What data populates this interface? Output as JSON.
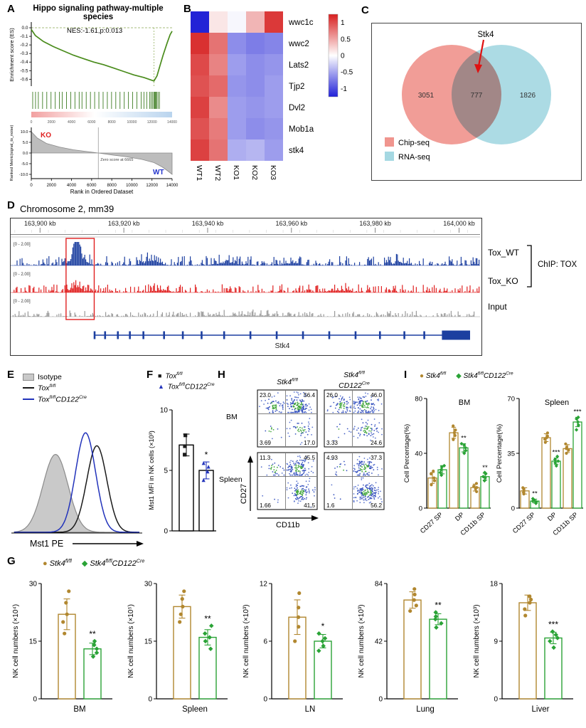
{
  "panels": {
    "a": "A",
    "b": "B",
    "c": "C",
    "d": "D",
    "e": "E",
    "f": "F",
    "g": "G",
    "h": "H",
    "i": "I"
  },
  "colors": {
    "wt_brown": "#b1872f",
    "ko_green": "#2aa336",
    "gsea_green": "#4a8c1c",
    "track_blue": "#1c3fa0",
    "track_red": "#e02020",
    "track_gray": "#9a9a9a",
    "venn_red": "#f0958e",
    "venn_blue": "#a5d8e2",
    "flow_blue": "#3b56c0",
    "flow_green": "#43a73c",
    "hist_blue": "#2233bb",
    "hist_black": "#1a1a1a",
    "isotype_gray": "#c9c9c9",
    "sig": "#000000"
  },
  "labels": {
    "isotype": [
      {
        "t": "Isotype"
      }
    ],
    "tox_fl": [
      {
        "t": "Tox",
        "i": 1
      },
      {
        "t": "fl/fl",
        "sup": 1,
        "i": 1
      }
    ],
    "tox_cre": [
      {
        "t": "Tox",
        "i": 1
      },
      {
        "t": "fl/fl",
        "sup": 1,
        "i": 1
      },
      {
        "t": "CD122",
        "i": 1
      },
      {
        "t": "Cre",
        "sup": 1,
        "i": 1
      }
    ],
    "stk4_fl": [
      {
        "t": "Stk4",
        "i": 1
      },
      {
        "t": "fl/fl",
        "sup": 1,
        "i": 1
      }
    ],
    "stk4_cre": [
      {
        "t": "Stk4",
        "i": 1
      },
      {
        "t": "fl/fl",
        "sup": 1,
        "i": 1
      },
      {
        "t": "CD122",
        "i": 1
      },
      {
        "t": "Cre",
        "sup": 1,
        "i": 1
      }
    ],
    "cd122cre": [
      {
        "t": "CD122",
        "i": 1
      },
      {
        "t": "Cre",
        "sup": 1,
        "i": 1
      }
    ]
  },
  "chart_data": [
    {
      "id": "gsea",
      "type": "line",
      "title": "Hippo signaling pathway-multiple species",
      "annotation": "NES:-1.61,p:0.013",
      "ylabel": "Enrichment score (ES)",
      "ylabel2": "Ranked Metric(signal_to_noise)",
      "xlabel": "Rank in Ordered Dataset",
      "ko": "KO",
      "wt": "WT",
      "zero_note": "Zero score at 6665",
      "x_max": 14000,
      "xticks": [
        0,
        2000,
        4000,
        6000,
        8000,
        10000,
        12000,
        14000
      ],
      "es_yticks": [
        "0.0",
        "-0.1",
        "-0.2",
        "-0.3",
        "-0.4",
        "-0.5",
        "-0.6"
      ],
      "rank_yticks": [
        "10.0",
        "5.0",
        "0.0",
        "-5.0",
        "-10.0"
      ],
      "es_curve": [
        [
          0,
          -0.02
        ],
        [
          400,
          -0.09
        ],
        [
          1200,
          -0.16
        ],
        [
          2200,
          -0.22
        ],
        [
          3200,
          -0.27
        ],
        [
          4200,
          -0.32
        ],
        [
          5200,
          -0.36
        ],
        [
          6200,
          -0.4
        ],
        [
          7200,
          -0.43
        ],
        [
          8200,
          -0.47
        ],
        [
          9200,
          -0.51
        ],
        [
          10200,
          -0.55
        ],
        [
          11200,
          -0.58
        ],
        [
          12200,
          -0.62
        ],
        [
          12500,
          -0.56
        ],
        [
          12800,
          -0.44
        ],
        [
          13100,
          -0.32
        ],
        [
          13500,
          -0.18
        ],
        [
          13800,
          -0.08
        ],
        [
          14000,
          -0.04
        ]
      ],
      "rank_curve": [
        [
          0,
          10
        ],
        [
          600,
          7
        ],
        [
          1500,
          4.5
        ],
        [
          2800,
          2.8
        ],
        [
          4200,
          1.5
        ],
        [
          5500,
          0.7
        ],
        [
          6665,
          0
        ],
        [
          8000,
          -0.9
        ],
        [
          9500,
          -1.8
        ],
        [
          11000,
          -3
        ],
        [
          12200,
          -4.5
        ],
        [
          13000,
          -6.5
        ],
        [
          13600,
          -8.5
        ],
        [
          14000,
          -10
        ]
      ],
      "hits": [
        0.01,
        0.03,
        0.05,
        0.08,
        0.11,
        0.14,
        0.17,
        0.2,
        0.22,
        0.25,
        0.28,
        0.31,
        0.34,
        0.36,
        0.39,
        0.42,
        0.45,
        0.48,
        0.51,
        0.54,
        0.57,
        0.6,
        0.63,
        0.66,
        0.69,
        0.72,
        0.75,
        0.78,
        0.8,
        0.82,
        0.84,
        0.85,
        0.86,
        0.87,
        0.875,
        0.88,
        0.885,
        0.89,
        0.9,
        0.91
      ]
    },
    {
      "id": "heatmap",
      "type": "heatmap",
      "columns": [
        "WT1",
        "WT2",
        "KO1",
        "KO2",
        "KO3"
      ],
      "rows": [
        "wwc1c",
        "wwc2",
        "Lats2",
        "Tjp2",
        "Dvl2",
        "Mob1a",
        "stk4"
      ],
      "values": [
        [
          -1.35,
          0.15,
          -0.05,
          0.45,
          1.2
        ],
        [
          1.25,
          0.85,
          -0.7,
          -0.8,
          -0.75
        ],
        [
          1.1,
          0.75,
          -0.6,
          -0.7,
          -0.65
        ],
        [
          1.05,
          0.9,
          -0.65,
          -0.7,
          -0.6
        ],
        [
          1.15,
          0.7,
          -0.6,
          -0.65,
          -0.6
        ],
        [
          1.05,
          0.8,
          -0.6,
          -0.7,
          -0.65
        ],
        [
          1.15,
          0.85,
          -0.5,
          -0.45,
          -0.6
        ]
      ],
      "colorbar_ticks": [
        "1",
        "0.5",
        "0",
        "-0.5",
        "-1"
      ]
    },
    {
      "id": "venn",
      "type": "venn",
      "left_label": "Chip-seq",
      "right_label": "RNA-seq",
      "left_only": "3051",
      "overlap": "777",
      "right_only": "1826",
      "highlight": "Stk4"
    },
    {
      "id": "tracks",
      "type": "genome-tracks",
      "region_title": "Chromosome 2, mm39",
      "axis_ticks": [
        "163,900 kb",
        "163,920 kb",
        "163,940 kb",
        "163,960 kb",
        "163,980 kb",
        "164,000 kb"
      ],
      "axis_kb": [
        163900,
        163920,
        163940,
        163960,
        163980,
        164000
      ],
      "tracks": [
        {
          "name": "Tox_WT",
          "scale": "[0 - 2.00]",
          "color": "#1c3fa0",
          "noise": 0.16,
          "bumps": [
            [
              0.14,
              1.05,
              3.5
            ],
            [
              0.143,
              0.45,
              9
            ],
            [
              0.3,
              0.22,
              10
            ],
            [
              0.46,
              0.12,
              14
            ],
            [
              0.6,
              0.1,
              10
            ],
            [
              0.83,
              0.13,
              9
            ]
          ]
        },
        {
          "name": "Tox_KO",
          "scale": "[0 - 2.00]",
          "color": "#e02020",
          "noise": 0.16,
          "bumps": [
            [
              0.14,
              0.25,
              7
            ],
            [
              0.32,
              0.1,
              12
            ],
            [
              0.7,
              0.08,
              14
            ]
          ]
        },
        {
          "name": "Input",
          "scale": "[0 - 2.00]",
          "color": "#9a9a9a",
          "noise": 0.14,
          "bumps": [
            [
              0.5,
              0.05,
              40
            ]
          ]
        }
      ],
      "bracket_label": "ChIP: TOX",
      "gene": "Stk4",
      "highlight": [
        0.118,
        0.178
      ],
      "exons": [
        0,
        0.028,
        0.062,
        0.094,
        0.13,
        0.185,
        0.235,
        0.285,
        0.345,
        0.415,
        0.485,
        0.555,
        0.625,
        0.695,
        0.76,
        0.825,
        0.878
      ]
    },
    {
      "id": "hist",
      "type": "histogram",
      "xlabel": "Mst1 PE",
      "series": [
        {
          "name": "Isotype",
          "style": "fill",
          "color": "#c9c9c9",
          "center": 0.33,
          "width": 0.1,
          "height": 0.72
        },
        {
          "name": "Tox fl/fl",
          "style": "line",
          "color": "#1a1a1a",
          "center": 0.66,
          "width": 0.08,
          "height": 0.8
        },
        {
          "name": "Tox fl/fl CD122 Cre",
          "style": "line",
          "color": "#2233bb",
          "center": 0.57,
          "width": 0.08,
          "height": 0.92
        }
      ]
    },
    {
      "id": "f_mfi",
      "type": "bar",
      "ylabel": "Mst1 MFI in NK cells (×10³)",
      "ylim": [
        0,
        10
      ],
      "yticks": [
        0,
        5,
        10
      ],
      "sig": "*",
      "pair": [
        {
          "mean": 7.1,
          "sd": 0.9,
          "points": [
            6.3,
            7.0,
            7.9
          ]
        },
        {
          "mean": 5.0,
          "sd": 0.7,
          "points": [
            4.2,
            4.9,
            5.3,
            5.6
          ]
        }
      ]
    },
    {
      "id": "i_bm",
      "type": "grouped-bar",
      "title": "BM",
      "ylabel": "Cell Percentage(%)",
      "ylim": [
        0,
        80
      ],
      "yticks": [
        0,
        40,
        80
      ],
      "categories": [
        "CD27 SP",
        "DP",
        "CD11b SP"
      ],
      "sig": [
        "",
        "**",
        "**"
      ],
      "series": [
        {
          "name": "Stk4 fl/fl",
          "marker": "circle",
          "color": "#b1872f",
          "means": [
            22,
            55,
            15
          ],
          "sds": [
            4,
            4,
            2.5
          ],
          "points": [
            [
              17,
              20,
              22,
              25,
              27
            ],
            [
              50,
              53,
              55,
              57,
              60
            ],
            [
              12,
              14,
              15,
              16,
              18
            ]
          ]
        },
        {
          "name": "Stk4 fl/fl CD122 Cre",
          "marker": "diamond",
          "color": "#2aa336",
          "means": [
            28,
            44,
            23
          ],
          "sds": [
            3,
            3,
            2.5
          ],
          "points": [
            [
              24,
              26,
              28,
              30,
              31
            ],
            [
              40,
              42,
              44,
              46,
              47
            ],
            [
              20,
              22,
              23,
              25,
              26
            ]
          ]
        }
      ]
    },
    {
      "id": "i_spleen",
      "type": "grouped-bar",
      "title": "Spleen",
      "ylabel": "Cell Percentage(%)",
      "ylim": [
        0,
        70
      ],
      "yticks": [
        0,
        35,
        70
      ],
      "categories": [
        "CD27 SP",
        "DP",
        "CD11b SP"
      ],
      "sig": [
        "**",
        "***",
        "***"
      ],
      "series": [
        {
          "name": "Stk4 fl/fl",
          "marker": "circle",
          "color": "#b1872f",
          "means": [
            11,
            45,
            38
          ],
          "sds": [
            2,
            2.5,
            2.5
          ],
          "points": [
            [
              9,
              10,
              11,
              12,
              13
            ],
            [
              42,
              44,
              45,
              46,
              48
            ],
            [
              35,
              37,
              38,
              39,
              41
            ]
          ]
        },
        {
          "name": "Stk4 fl/fl CD122 Cre",
          "marker": "diamond",
          "color": "#2aa336",
          "means": [
            4.5,
            30,
            55
          ],
          "sds": [
            1.2,
            2,
            3
          ],
          "points": [
            [
              3,
              4,
              4.5,
              5,
              6
            ],
            [
              27,
              29,
              30,
              31,
              33
            ],
            [
              50,
              53,
              55,
              57,
              58
            ]
          ]
        }
      ]
    },
    {
      "id": "g_bm",
      "type": "bar",
      "xlabel": "BM",
      "ylabel": "NK cell numbers (×10⁴)",
      "ylim": [
        0,
        30
      ],
      "yticks": [
        0,
        15,
        30
      ],
      "sig": "**",
      "pair": [
        {
          "mean": 22,
          "sd": 4,
          "points": [
            17,
            20,
            22,
            25,
            28
          ]
        },
        {
          "mean": 13,
          "sd": 1.5,
          "points": [
            11,
            12,
            13,
            14,
            15
          ]
        }
      ]
    },
    {
      "id": "g_spleen",
      "type": "bar",
      "xlabel": "Spleen",
      "ylabel": "NK cell numbers (×10⁵)",
      "ylim": [
        0,
        30
      ],
      "yticks": [
        0,
        15,
        30
      ],
      "sig": "**",
      "pair": [
        {
          "mean": 24,
          "sd": 3,
          "points": [
            20,
            22,
            24,
            26,
            28
          ]
        },
        {
          "mean": 16,
          "sd": 2,
          "points": [
            13,
            15,
            16,
            17,
            19
          ]
        }
      ]
    },
    {
      "id": "g_ln",
      "type": "bar",
      "xlabel": "LN",
      "ylabel": "NK cell numbers (×10³)",
      "ylim": [
        0,
        12
      ],
      "yticks": [
        0,
        6,
        12
      ],
      "sig": "*",
      "pair": [
        {
          "mean": 8.5,
          "sd": 1.8,
          "points": [
            6,
            7.5,
            8.5,
            9.5,
            11
          ]
        },
        {
          "mean": 6,
          "sd": 0.7,
          "points": [
            5,
            5.5,
            6,
            6.3,
            6.8
          ]
        }
      ]
    },
    {
      "id": "g_lung",
      "type": "bar",
      "xlabel": "Lung",
      "ylabel": "NK cell numbers (×10³)",
      "ylim": [
        0,
        84
      ],
      "yticks": [
        0,
        42,
        84
      ],
      "sig": "**",
      "pair": [
        {
          "mean": 72,
          "sd": 6,
          "points": [
            64,
            68,
            72,
            76,
            80
          ]
        },
        {
          "mean": 58,
          "sd": 4,
          "points": [
            52,
            55,
            58,
            60,
            63
          ]
        }
      ]
    },
    {
      "id": "g_liver",
      "type": "bar",
      "xlabel": "Liver",
      "ylabel": "NK cell numbers (×10³)",
      "ylim": [
        0,
        18
      ],
      "yticks": [
        0,
        9,
        18
      ],
      "sig": "***",
      "pair": [
        {
          "mean": 15,
          "sd": 1.2,
          "points": [
            13,
            14,
            15,
            15.5,
            16
          ]
        },
        {
          "mean": 9.5,
          "sd": 0.9,
          "points": [
            8,
            9,
            9.5,
            10,
            10.5
          ]
        }
      ]
    },
    {
      "id": "flow",
      "type": "flow",
      "xlabel": "CD11b",
      "ylabel": "CD27",
      "row_labels": [
        "BM",
        "Spleen"
      ],
      "plots": [
        {
          "row": "BM",
          "ul": "23.0",
          "ur": "56.4",
          "ll": "3.69",
          "lr": "17.0"
        },
        {
          "row": "BM",
          "ul": "26.0",
          "ur": "46.0",
          "ll": "3.33",
          "lr": "24.6"
        },
        {
          "row": "Spleen",
          "ul": "11.3",
          "ur": "45.5",
          "ll": "1.66",
          "lr": "41.5"
        },
        {
          "row": "Spleen",
          "ul": "4.93",
          "ur": "37.3",
          "ll": "1.6",
          "lr": "56.2"
        }
      ]
    }
  ]
}
